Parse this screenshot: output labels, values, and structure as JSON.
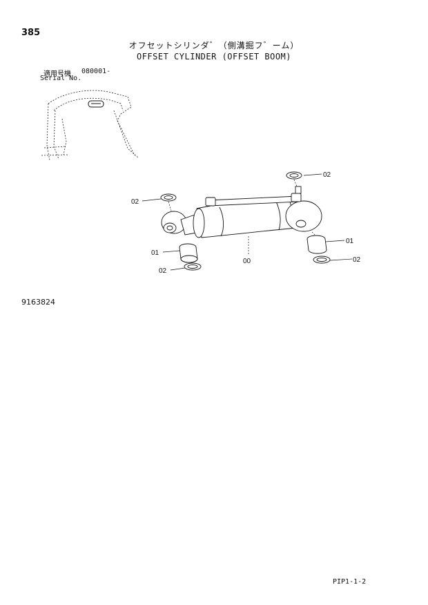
{
  "header": {
    "page_number": "385",
    "title_jp": "オフセットシリンダ゛（側溝掘フ゛ーム）",
    "title_en": "OFFSET CYLINDER (OFFSET BOOM)"
  },
  "serial": {
    "label_jp": "適用号機",
    "value": "080001-",
    "label_en": "Serial No."
  },
  "callouts": [
    "02",
    "02",
    "01",
    "02",
    "00",
    "01",
    "02"
  ],
  "part_code": "9163824",
  "footer": {
    "code": "PIP1-1-2"
  }
}
